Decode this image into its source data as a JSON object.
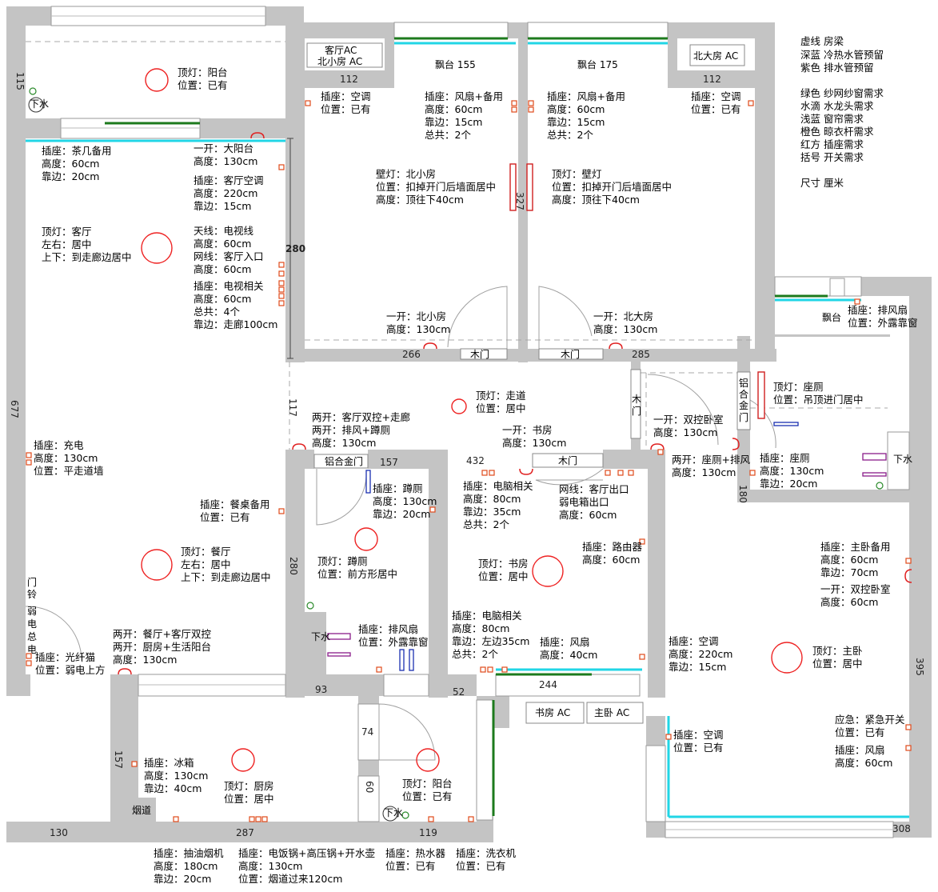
{
  "legend": [
    {
      "key": "虚线",
      "desc": "房梁"
    },
    {
      "key": "深蓝",
      "desc": "冷热水管预留"
    },
    {
      "key": "紫色",
      "desc": "排水管预留"
    },
    {
      "key": "绿色",
      "desc": "纱网纱窗需求"
    },
    {
      "key": "水滴",
      "desc": "水龙头需求"
    },
    {
      "key": "浅蓝",
      "desc": "窗帘需求"
    },
    {
      "key": "橙色",
      "desc": "晾衣杆需求"
    },
    {
      "key": "红方",
      "desc": "插座需求"
    },
    {
      "key": "括号",
      "desc": "开关需求"
    },
    {
      "key": "尺寸",
      "desc": "厘米"
    }
  ],
  "colors": {
    "wall": "#c4c4c4",
    "curtain": "#21d6e6",
    "screen": "#1c7a1c",
    "socket": "#e04a1a",
    "switch": "#e02020",
    "cold_hot_pipe": "#1a2fb0",
    "drain_pipe": "#8a1c8a"
  },
  "dims": [
    "115",
    "112",
    "112",
    "280",
    "327",
    "117",
    "266",
    "285",
    "157",
    "432",
    "677",
    "280",
    "180",
    "395",
    "93",
    "52",
    "244",
    "74",
    "157",
    "130",
    "287",
    "119",
    "60",
    "308"
  ],
  "labels": [
    "客厅AC",
    "北小房 AC",
    "飘台 155",
    "飘台 175",
    "北大房 AC",
    "飘台",
    "木门",
    "木门",
    "铝合金门",
    "木门",
    "木",
    "门",
    "铝",
    "合",
    "金",
    "门",
    "下水",
    "下水",
    "下水",
    "下水",
    "烟道",
    "门",
    "铃",
    "弱",
    "电",
    "总",
    "电",
    "书房 AC",
    "主卧 AC"
  ],
  "notes": [
    [
      "顶灯：阳台",
      "位置：已有"
    ],
    [
      "插座：茶几备用",
      "高度：60cm",
      "靠边：20cm"
    ],
    [
      "一开：大阳台",
      "高度：130cm"
    ],
    [
      "插座：客厅空调",
      "高度：220cm",
      "靠边：15cm"
    ],
    [
      "顶灯：客厅",
      "左右：居中",
      "上下：到走廊边居中"
    ],
    [
      "天线：电视线",
      "高度：60cm",
      "网线：客厅入口",
      "高度：60cm"
    ],
    [
      "插座：电视相关",
      "高度：60cm",
      "总共：4个",
      "靠边：走廊100cm"
    ],
    [
      "插座：充电",
      "高度：130cm",
      "位置：平走道墙"
    ],
    [
      "插座：餐桌备用",
      "位置：已有"
    ],
    [
      "顶灯：餐厅",
      "左右：居中",
      "上下：到走廊边居中"
    ],
    [
      "两开：餐厅+客厅双控",
      "两开：厨房+生活阳台",
      "高度：130cm"
    ],
    [
      "插座：光纤猫",
      "位置：弱电上方"
    ],
    [
      "插座：空调",
      "位置：已有"
    ],
    [
      "插座：风扇+备用",
      "高度：60cm",
      "靠边：15cm",
      "总共：2个"
    ],
    [
      "壁灯：北小房",
      "位置：扣掉开门后墙面居中",
      "高度：顶往下40cm"
    ],
    [
      "一开：北小房",
      "高度：130cm"
    ],
    [
      "插座：风扇+备用",
      "高度：60cm",
      "靠边：15cm",
      "总共：2个"
    ],
    [
      "插座：空调",
      "位置：已有"
    ],
    [
      "顶灯：壁灯",
      "位置：扣掉开门后墙面居中",
      "高度：顶往下40cm"
    ],
    [
      "一开：北大房",
      "高度：130cm"
    ],
    [
      "插座：排风扇",
      "位置：外露靠窗"
    ],
    [
      "顶灯：走道",
      "位置：居中"
    ],
    [
      "两开：客厅双控+走廊",
      "两开：排风+蹲厕",
      "高度：130cm"
    ],
    [
      "一开：书房",
      "高度：130cm"
    ],
    [
      "一开：双控卧室",
      "高度：130cm"
    ],
    [
      "两开：座厕+排风",
      "高度：130cm"
    ],
    [
      "顶灯：座厕",
      "位置：吊顶进门居中"
    ],
    [
      "插座：座厕",
      "高度：130cm",
      "靠边：20cm"
    ],
    [
      "插座：蹲厕",
      "高度：130cm",
      "靠边：20cm"
    ],
    [
      "顶灯：蹲厕",
      "位置：前方形居中"
    ],
    [
      "插座：排风扇",
      "位置：外露靠窗"
    ],
    [
      "插座：电脑相关",
      "高度：80cm",
      "靠边：35cm",
      "总共：2个"
    ],
    [
      "网线：客厅出口",
      "弱电箱出口",
      "高度：60cm"
    ],
    [
      "插座：路由器",
      "高度：60cm"
    ],
    [
      "顶灯：书房",
      "位置：居中"
    ],
    [
      "插座：电脑相关",
      "高度：80cm",
      "靠边：左边35cm",
      "总共：2个"
    ],
    [
      "插座：风扇",
      "高度：40cm"
    ],
    [
      "插座：主卧备用",
      "高度：60cm",
      "靠边：70cm"
    ],
    [
      "一开：双控卧室",
      "高度：60cm"
    ],
    [
      "插座：空调",
      "高度：220cm",
      "靠边：15cm"
    ],
    [
      "顶灯：主卧",
      "位置：居中"
    ],
    [
      "应急：紧急开关",
      "位置：已有"
    ],
    [
      "插座：风扇",
      "高度：60cm"
    ],
    [
      "插座：空调",
      "位置：已有"
    ],
    [
      "插座：冰箱",
      "高度：130cm",
      "靠边：40cm"
    ],
    [
      "顶灯：厨房",
      "位置：居中"
    ],
    [
      "顶灯：阳台",
      "位置：已有"
    ],
    [
      "插座：抽油烟机",
      "高度：180cm",
      "靠边：20cm"
    ],
    [
      "插座：电饭锅+高压锅+开水壶",
      "高度：130cm",
      "位置：烟道过来120cm"
    ],
    [
      "插座：热水器",
      "位置：已有"
    ],
    [
      "插座：洗衣机",
      "位置：已有"
    ]
  ]
}
